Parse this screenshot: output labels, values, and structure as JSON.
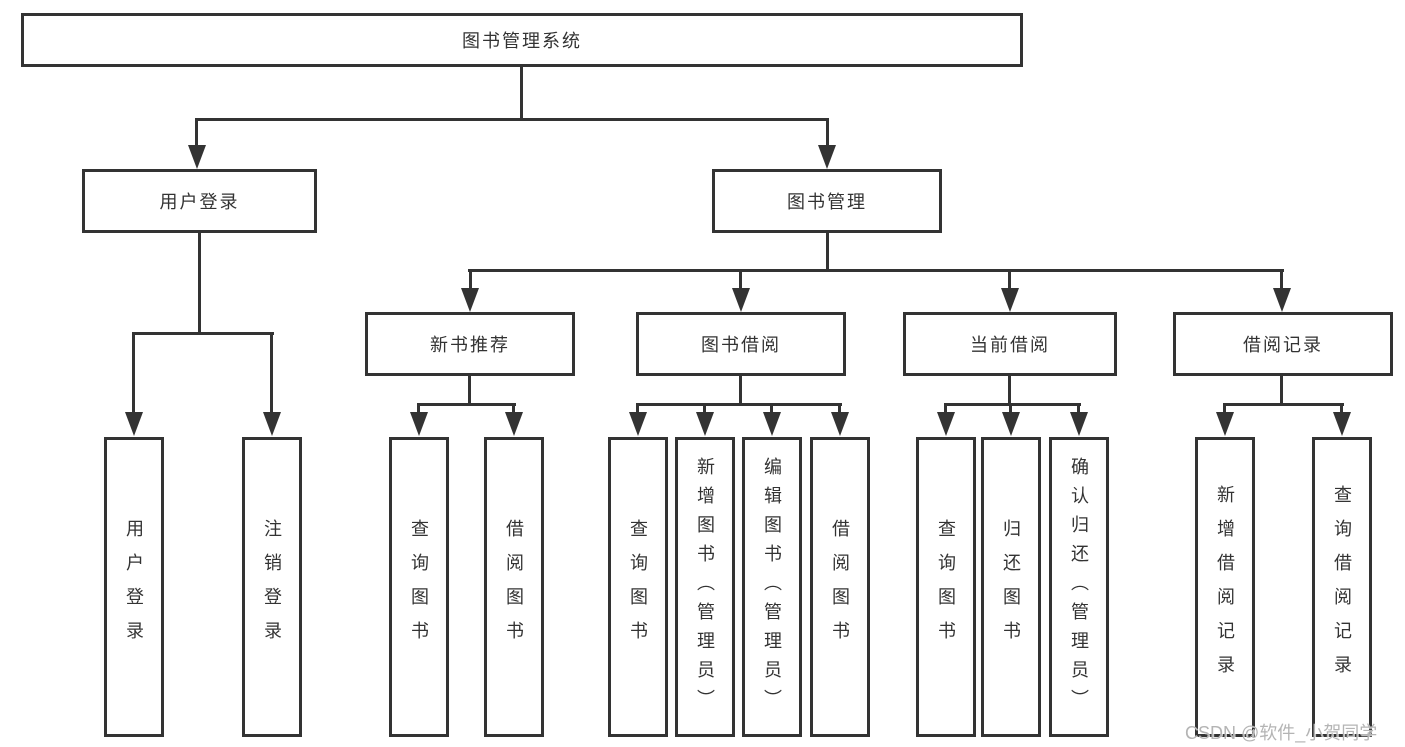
{
  "diagram": {
    "root": {
      "label": "图书管理系统"
    },
    "level2": [
      {
        "label": "用户登录"
      },
      {
        "label": "图书管理"
      }
    ],
    "level3": [
      {
        "label": "新书推荐"
      },
      {
        "label": "图书借阅"
      },
      {
        "label": "当前借阅"
      },
      {
        "label": "借阅记录"
      }
    ],
    "leaves": {
      "login": [
        "用户登录",
        "注销登录"
      ],
      "recommend": [
        "查询图书",
        "借阅图书"
      ],
      "borrow": [
        "查询图书",
        "新增图书（管理员）",
        "编辑图书（管理员）",
        "借阅图书"
      ],
      "current": [
        "查询图书",
        "归还图书",
        "确认归还（管理员）"
      ],
      "records": [
        "新增借阅记录",
        "查询借阅记录"
      ]
    }
  },
  "watermark": {
    "text": "CSDN @软件_小贺同学"
  },
  "colors": {
    "line": "#333333",
    "text": "#333333",
    "background": "#ffffff",
    "watermark": "#b4b4b4"
  }
}
